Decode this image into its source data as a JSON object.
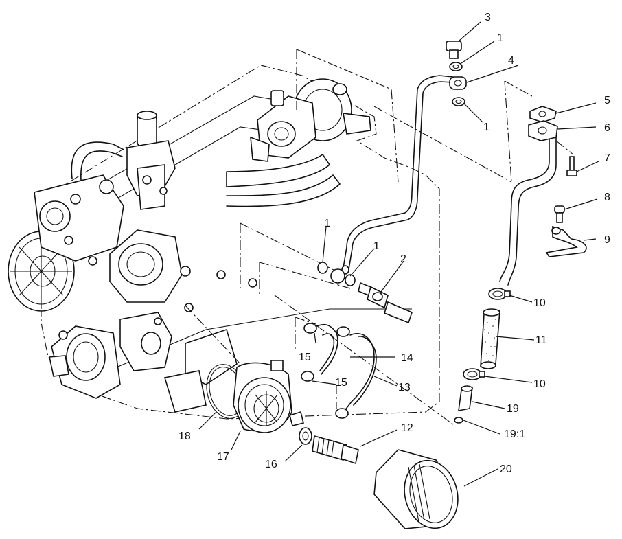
{
  "callouts": [
    {
      "id": "c-3",
      "text": "3"
    },
    {
      "id": "c-1a",
      "text": "1"
    },
    {
      "id": "c-4",
      "text": "4"
    },
    {
      "id": "c-1b",
      "text": "1"
    },
    {
      "id": "c-5",
      "text": "5"
    },
    {
      "id": "c-6",
      "text": "6"
    },
    {
      "id": "c-7",
      "text": "7"
    },
    {
      "id": "c-8",
      "text": "8"
    },
    {
      "id": "c-9",
      "text": "9"
    },
    {
      "id": "c-1c",
      "text": "1"
    },
    {
      "id": "c-1d",
      "text": "1"
    },
    {
      "id": "c-2",
      "text": "2"
    },
    {
      "id": "c-10a",
      "text": "10"
    },
    {
      "id": "c-11",
      "text": "11"
    },
    {
      "id": "c-15a",
      "text": "15"
    },
    {
      "id": "c-14",
      "text": "14"
    },
    {
      "id": "c-13",
      "text": "13"
    },
    {
      "id": "c-15b",
      "text": "15"
    },
    {
      "id": "c-10b",
      "text": "10"
    },
    {
      "id": "c-19",
      "text": "19"
    },
    {
      "id": "c-19-1",
      "text": "19:1"
    },
    {
      "id": "c-18",
      "text": "18"
    },
    {
      "id": "c-17",
      "text": "17"
    },
    {
      "id": "c-12",
      "text": "12"
    },
    {
      "id": "c-16",
      "text": "16"
    },
    {
      "id": "c-20",
      "text": "20"
    }
  ]
}
